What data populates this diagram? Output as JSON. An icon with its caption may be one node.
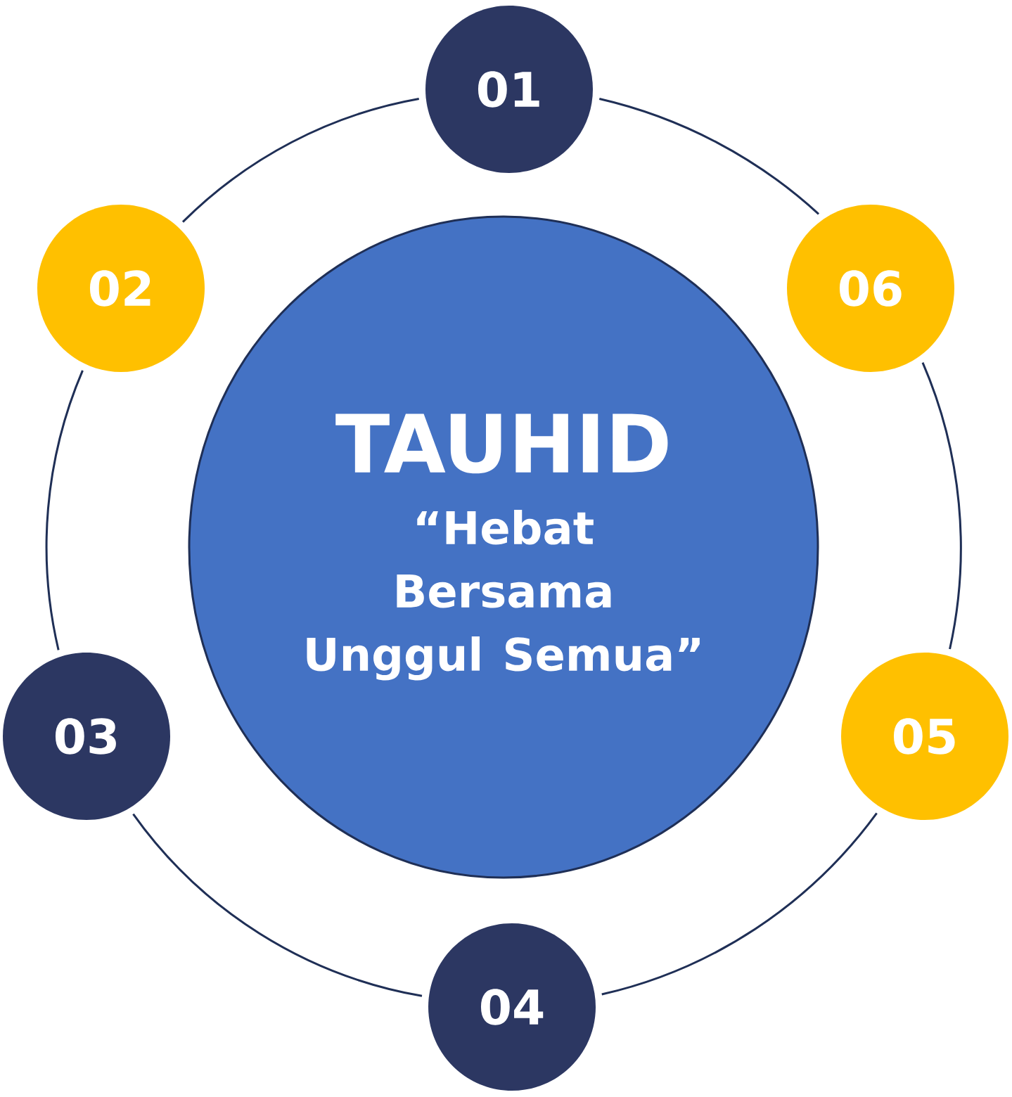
{
  "diagram": {
    "nodes": [
      {
        "text": [
          "TAUHID",
          "“Hebat Bersama Unggul Semua”"
        ]
      },
      {
        "text": [
          "01"
        ]
      },
      {
        "text": [
          "02"
        ]
      },
      {
        "text": [
          "03"
        ]
      },
      {
        "text": [
          "04"
        ]
      },
      {
        "text": [
          "05"
        ]
      },
      {
        "text": [
          "06"
        ]
      }
    ],
    "edges": [
      {
        "from": 1,
        "to": 2,
        "arrow": "none"
      },
      {
        "from": 2,
        "to": 3,
        "arrow": "none"
      },
      {
        "from": 3,
        "to": 4,
        "arrow": "none"
      },
      {
        "from": 4,
        "to": 5,
        "arrow": "none"
      },
      {
        "from": 5,
        "to": 6,
        "arrow": "none"
      },
      {
        "from": 6,
        "to": 1,
        "arrow": "none"
      }
    ]
  }
}
